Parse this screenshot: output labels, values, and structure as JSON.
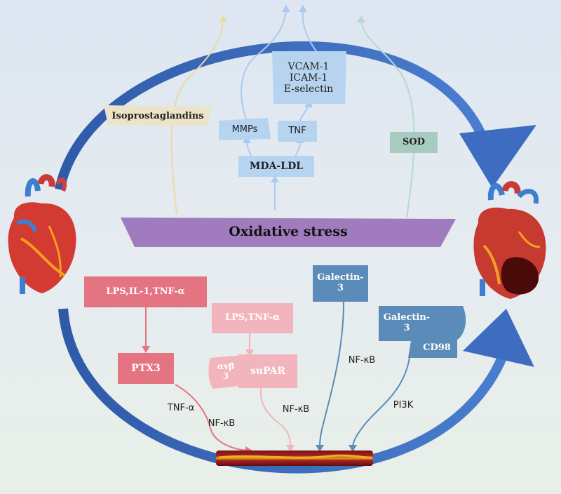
{
  "center": {
    "oxidative_stress": "Oxidative stress"
  },
  "top": {
    "isoprostaglandins": "Isoprostaglandins",
    "mmps": "MMPs",
    "tnf": "TNF",
    "mda_ldl": "MDA-LDL",
    "adhesion": [
      "VCAM-1",
      "ICAM-1",
      "E-selectin"
    ],
    "sod": "SOD"
  },
  "bottom": {
    "lps_il1_tnf": "LPS,IL-1,TNF-α",
    "ptx3": "PTX3",
    "ptx3_path_1": "TNF-α",
    "ptx3_path_2": "NF-κB",
    "lps_tnf": "LPS,TNF-α",
    "avb3": [
      "αvβ",
      "3"
    ],
    "supar": "suPAR",
    "supar_path": "NF-κB",
    "galectin_left": [
      "Galectin-",
      "3"
    ],
    "galectin_left_path": "NF-κB",
    "galectin_right": [
      "Galectin-",
      "3"
    ],
    "cd98": "CD98",
    "galectin_right_path": "PI3K"
  },
  "colors": {
    "cycle_arrow": "#3d6cc0",
    "oxidative_band": "#a07bbd",
    "iso": "#ece4c8",
    "light_blue": "#b6d4f0",
    "sod": "#a8cbc0",
    "pink_dark": "#e57482",
    "pink_light": "#f3b5bd",
    "steel_blue": "#5b8bb8"
  }
}
